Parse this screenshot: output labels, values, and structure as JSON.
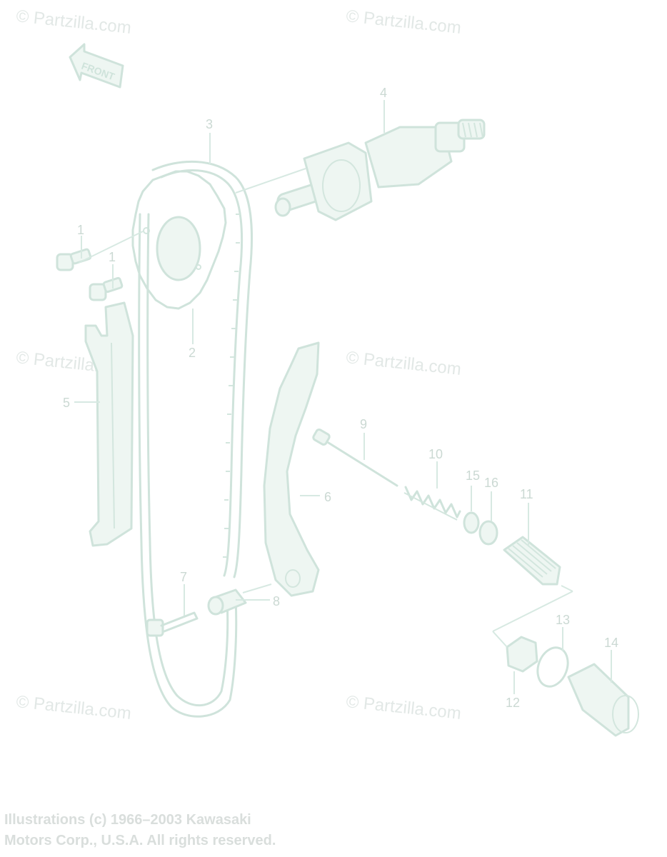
{
  "watermark": "© Partzilla.com",
  "front_label": "FRONT",
  "callouts": {
    "c1a": "1",
    "c1b": "1",
    "c2": "2",
    "c3": "3",
    "c4": "4",
    "c5": "5",
    "c6": "6",
    "c7": "7",
    "c8": "8",
    "c9": "9",
    "c10": "10",
    "c11": "11",
    "c12": "12",
    "c13": "13",
    "c14": "14",
    "c15": "15",
    "c16": "16"
  },
  "copyright": {
    "line1": "Illustrations (c) 1966–2003 Kawasaki",
    "line2": "Motors Corp., U.S.A.  All rights reserved."
  },
  "colors": {
    "line_art": "#cfe3db",
    "callout_text": "#cbd9d3",
    "copyright_text": "#d9dedc",
    "background": "#ffffff"
  }
}
